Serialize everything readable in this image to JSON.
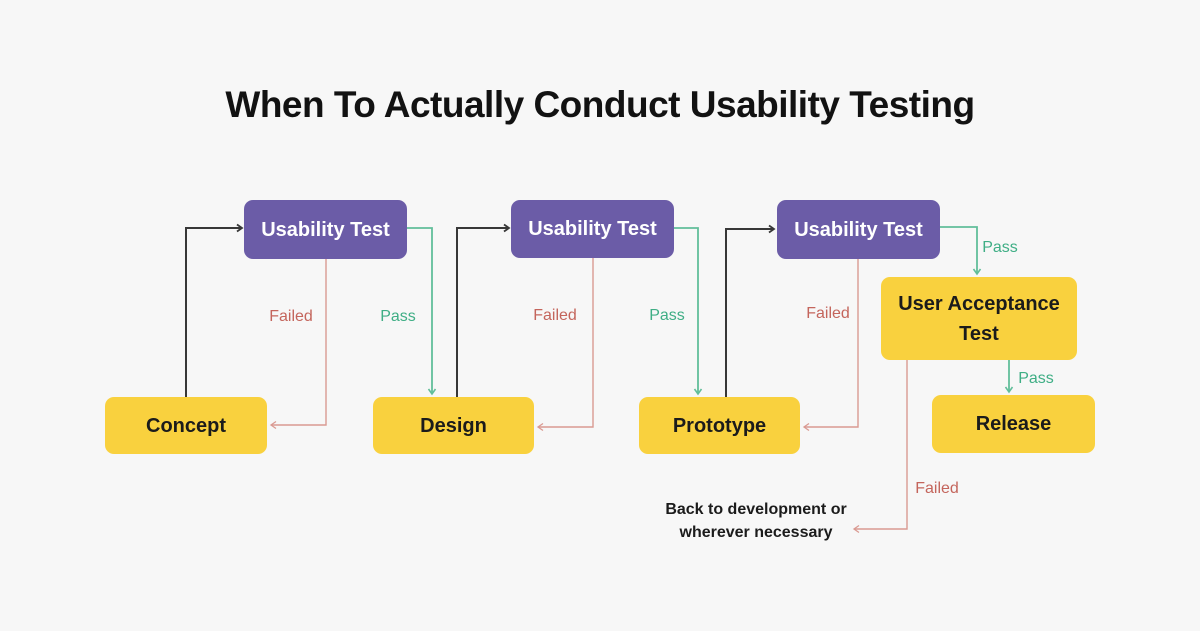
{
  "title": "When To Actually Conduct Usability Testing",
  "nodes": {
    "usability_test_1": "Usability Test",
    "usability_test_2": "Usability Test",
    "usability_test_3": "Usability Test",
    "concept": "Concept",
    "design": "Design",
    "prototype": "Prototype",
    "user_acceptance_test": "User Acceptance Test",
    "release": "Release"
  },
  "edges": [
    {
      "from": "concept",
      "to": "usability_test_1",
      "label": ""
    },
    {
      "from": "usability_test_1",
      "to": "concept",
      "label": "Failed"
    },
    {
      "from": "usability_test_1",
      "to": "design",
      "label": "Pass"
    },
    {
      "from": "design",
      "to": "usability_test_2",
      "label": ""
    },
    {
      "from": "usability_test_2",
      "to": "design",
      "label": "Failed"
    },
    {
      "from": "usability_test_2",
      "to": "prototype",
      "label": "Pass"
    },
    {
      "from": "prototype",
      "to": "usability_test_3",
      "label": ""
    },
    {
      "from": "usability_test_3",
      "to": "prototype",
      "label": "Failed"
    },
    {
      "from": "usability_test_3",
      "to": "user_acceptance_test",
      "label": "Pass"
    },
    {
      "from": "user_acceptance_test",
      "to": "release",
      "label": "Pass"
    },
    {
      "from": "user_acceptance_test",
      "to": "back_to_development",
      "label": "Failed"
    }
  ],
  "note": "Back to development or wherever necessary",
  "colors": {
    "background": "#F7F7F7",
    "usability_test_fill": "#6B5CA7",
    "usability_test_text": "#FFFFFF",
    "stage_fill": "#F9D13E",
    "stage_text": "#1B1B1B",
    "pass_label": "#3FAE85",
    "pass_line": "#62BE9A",
    "failed_label": "#C4655C",
    "failed_line": "#DA9A92",
    "flow_line": "#383838",
    "title_text": "#121212"
  }
}
